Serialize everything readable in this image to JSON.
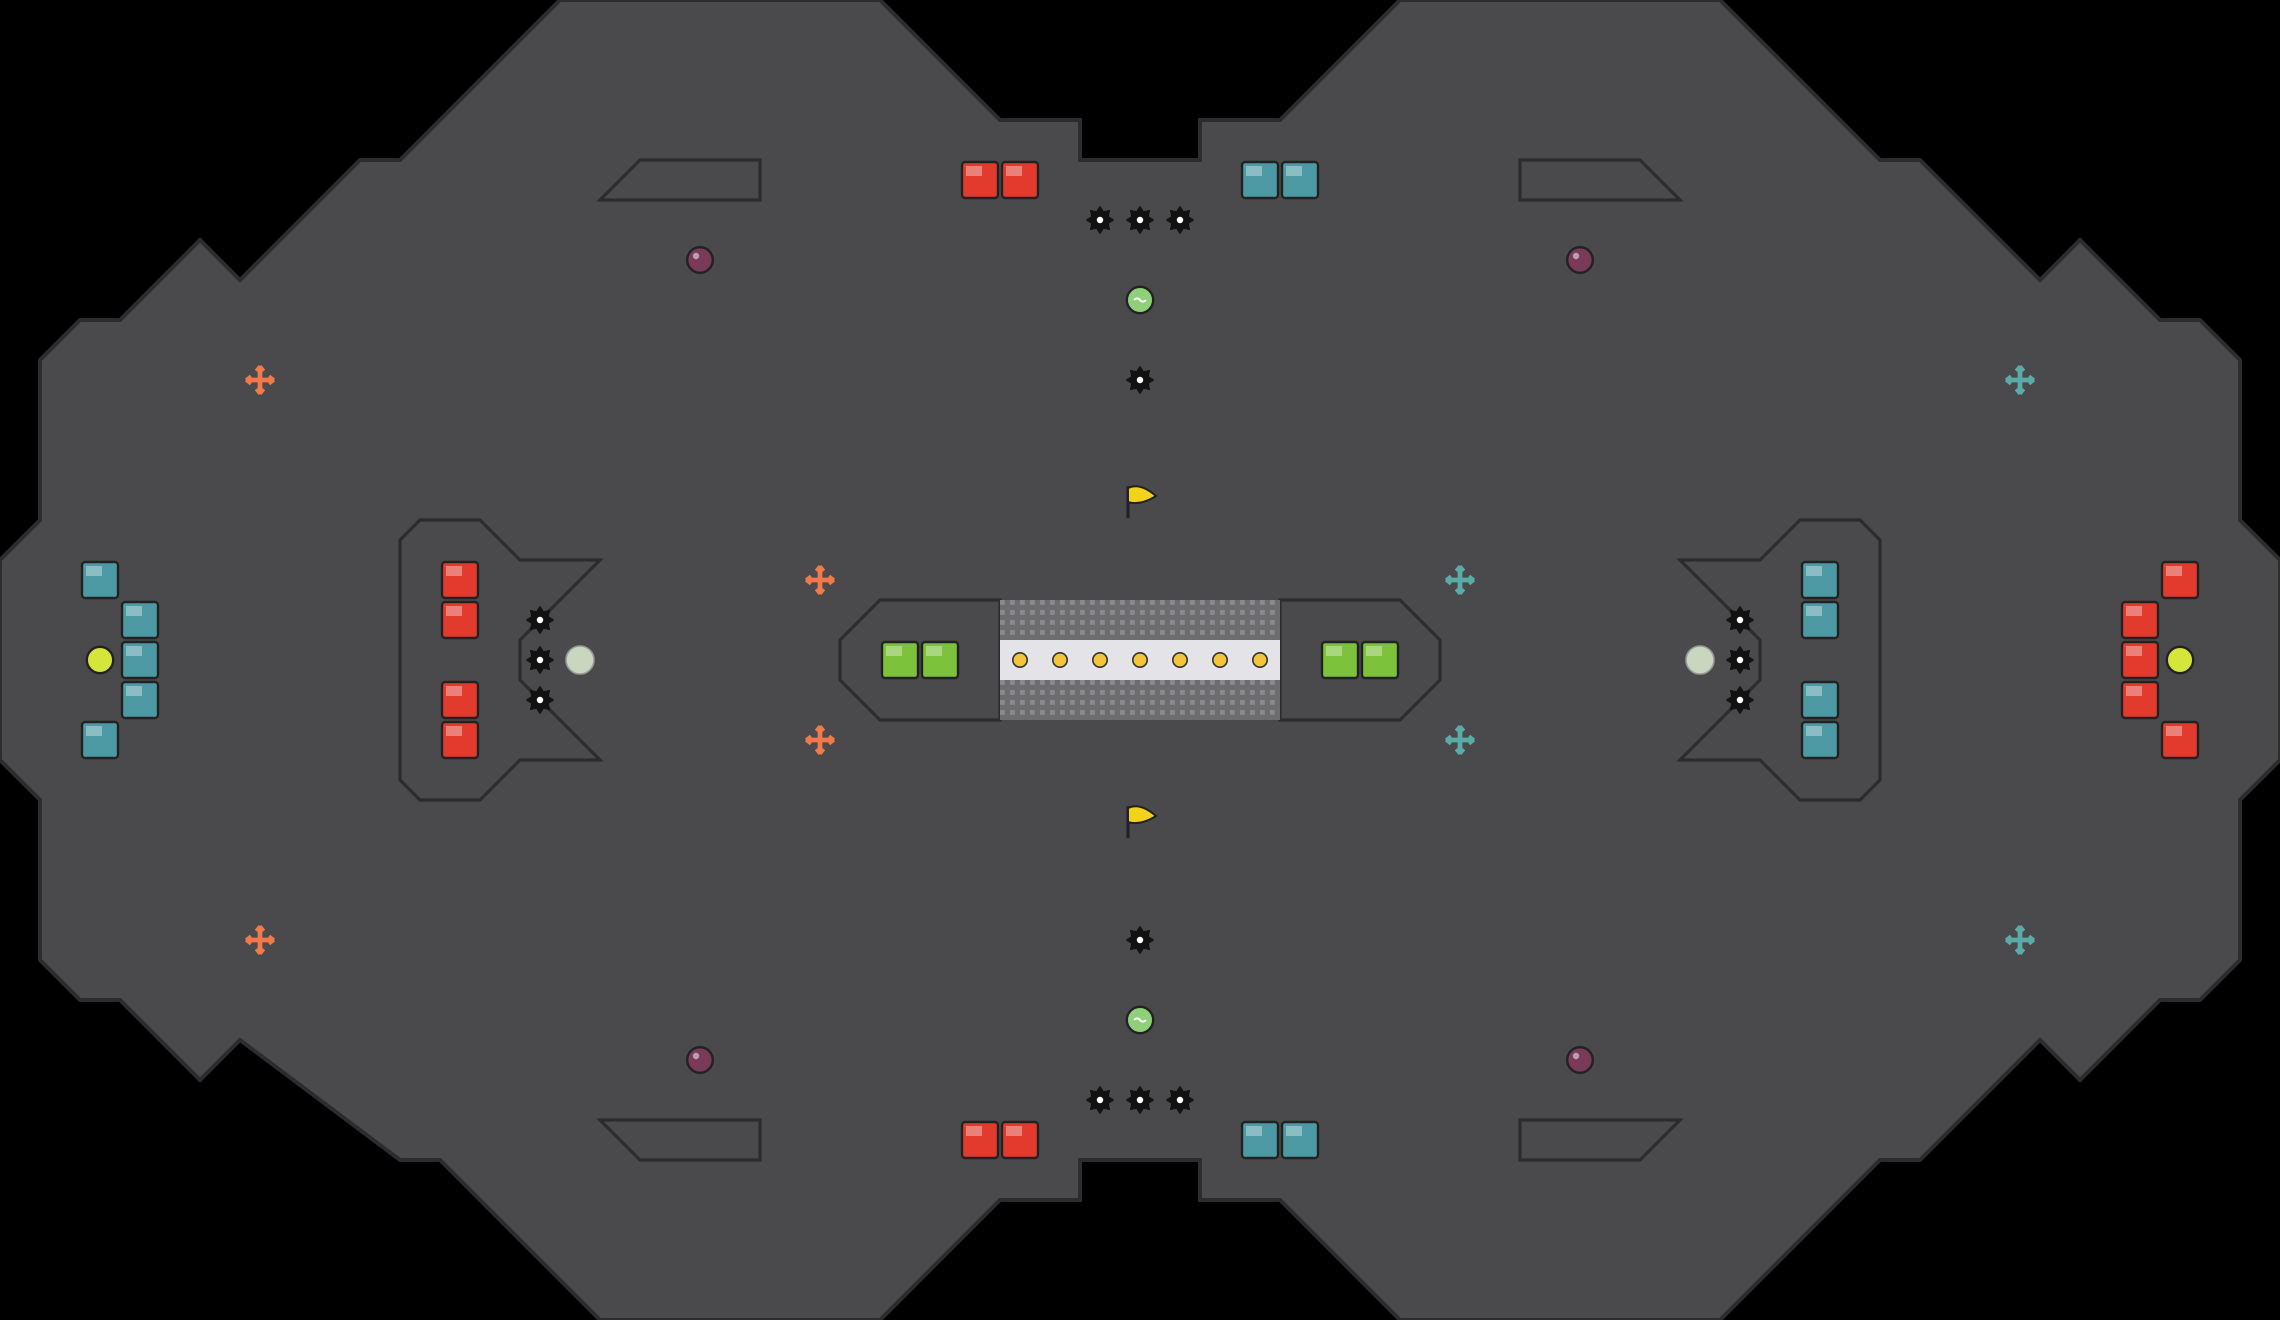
{
  "map": {
    "colors": {
      "background": "#000000",
      "floor": "#e4e4e8",
      "grid": "#ffffff",
      "wall": "#4a4a4d",
      "wall_edge": "#2c2c2e",
      "red_zone": "#f0c2b3",
      "blue_zone": "#c4d8e8",
      "checker_light": "#ffffff",
      "red_tile": "#e23b2e",
      "blue_tile": "#4e9aa4",
      "green_tile": "#7cc23a",
      "neutral_flag": "#f2d21b",
      "red_boost": "#f07a4a",
      "blue_boost": "#5aaaa8",
      "bomb": "#7a3a5a",
      "portal": "#8ed07a",
      "spike": "#111111",
      "gate": "#7a7a7e",
      "gate_dot": "#f2c53a"
    },
    "layout": {
      "grid_cols": 57,
      "grid_rows": 33,
      "mirror_axis": "vertical-and-horizontal"
    },
    "entities": {
      "flags": [
        "flag-top",
        "flag-bottom"
      ],
      "bases": [
        "red-base",
        "blue-base"
      ],
      "powerups": [
        "bomb",
        "bomb",
        "bomb",
        "bomb"
      ],
      "portals": [
        "portal-top",
        "portal-bottom"
      ]
    }
  }
}
